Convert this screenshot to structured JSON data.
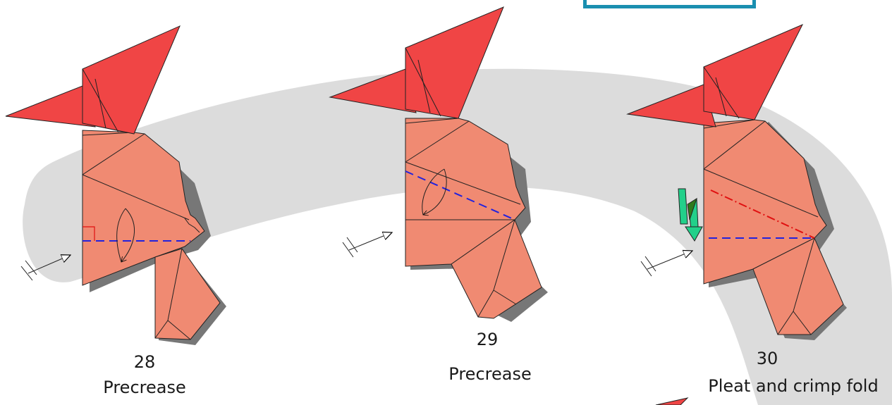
{
  "diagram": {
    "steps": [
      {
        "number": "28",
        "caption": "Precrease"
      },
      {
        "number": "29",
        "caption": "Precrease"
      },
      {
        "number": "30",
        "caption": "Pleat and crimp fold"
      }
    ]
  },
  "colors": {
    "path_background": "#dcdcdc",
    "hat_red": "#f04545",
    "body_salmon": "#f08a72",
    "valley_fold_blue": "#2222dd",
    "mountain_fold_red": "#e01010",
    "pleat_arrow_green": "#22d08a",
    "shadow_gray": "#777777",
    "banner_teal": "#1a8fb0"
  }
}
